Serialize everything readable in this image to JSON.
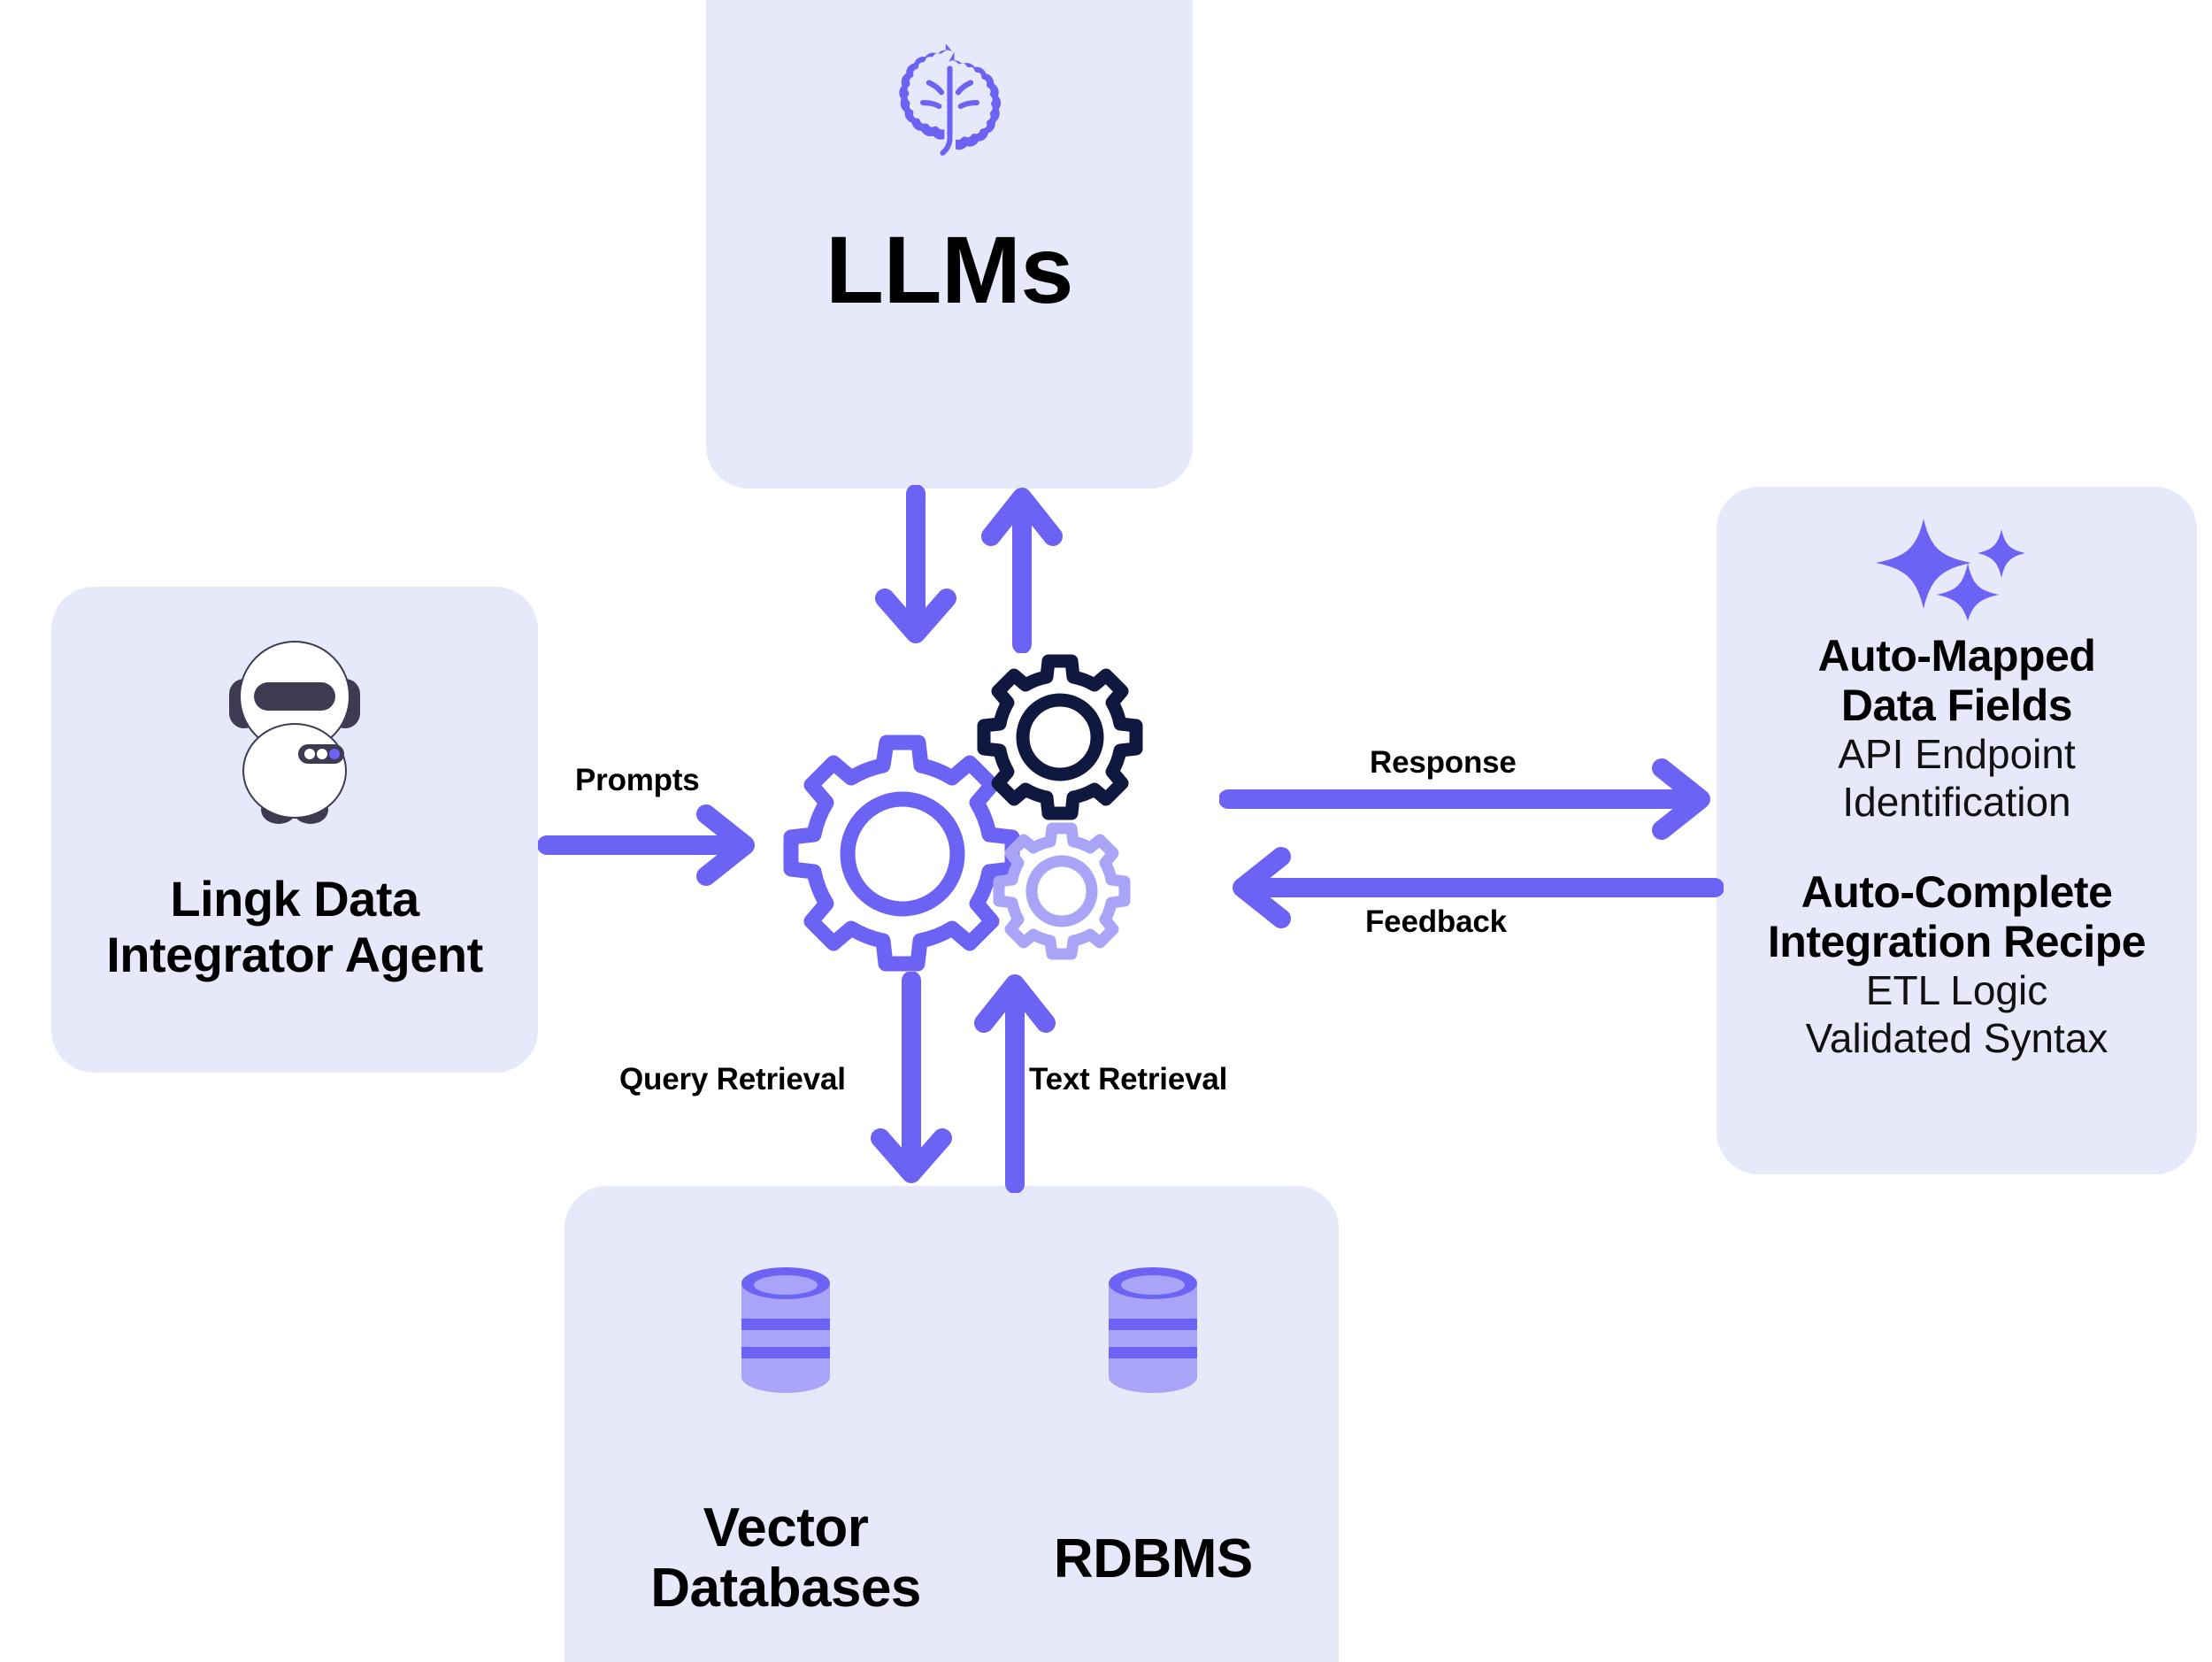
{
  "theme": {
    "panel_bg": "#e8e8fb",
    "accent": "#6C63F5",
    "accent_light": "#A9A4F7",
    "accent_dark": "#101840",
    "text": "#000000",
    "page_bg": "#ffffff"
  },
  "llm": {
    "icon": "brain-icon",
    "title": "LLMs"
  },
  "agent": {
    "icon": "robot-icon",
    "title_line1": "Lingk Data",
    "title_line2": "Integrator Agent"
  },
  "engine": {
    "icon": "gears-icon"
  },
  "output": {
    "icon": "sparkles-icon",
    "groups": [
      {
        "heading_line1": "Auto-Mapped",
        "heading_line2": "Data Fields",
        "items": [
          "API Endpoint",
          "Identification"
        ]
      },
      {
        "heading_line1": "Auto-Complete",
        "heading_line2": "Integration Recipe",
        "items": [
          "ETL Logic",
          "Validated Syntax"
        ]
      }
    ]
  },
  "datastores": {
    "items": [
      {
        "icon": "database-cylinder-icon",
        "label_line1": "Vector",
        "label_line2": "Databases"
      },
      {
        "icon": "database-cylinder-icon",
        "label_line1": "RDBMS",
        "label_line2": ""
      }
    ]
  },
  "edges": {
    "prompts": "Prompts",
    "response": "Response",
    "feedback": "Feedback",
    "query_retrieval": "Query Retrieval",
    "text_retrieval": "Text Retrieval"
  }
}
